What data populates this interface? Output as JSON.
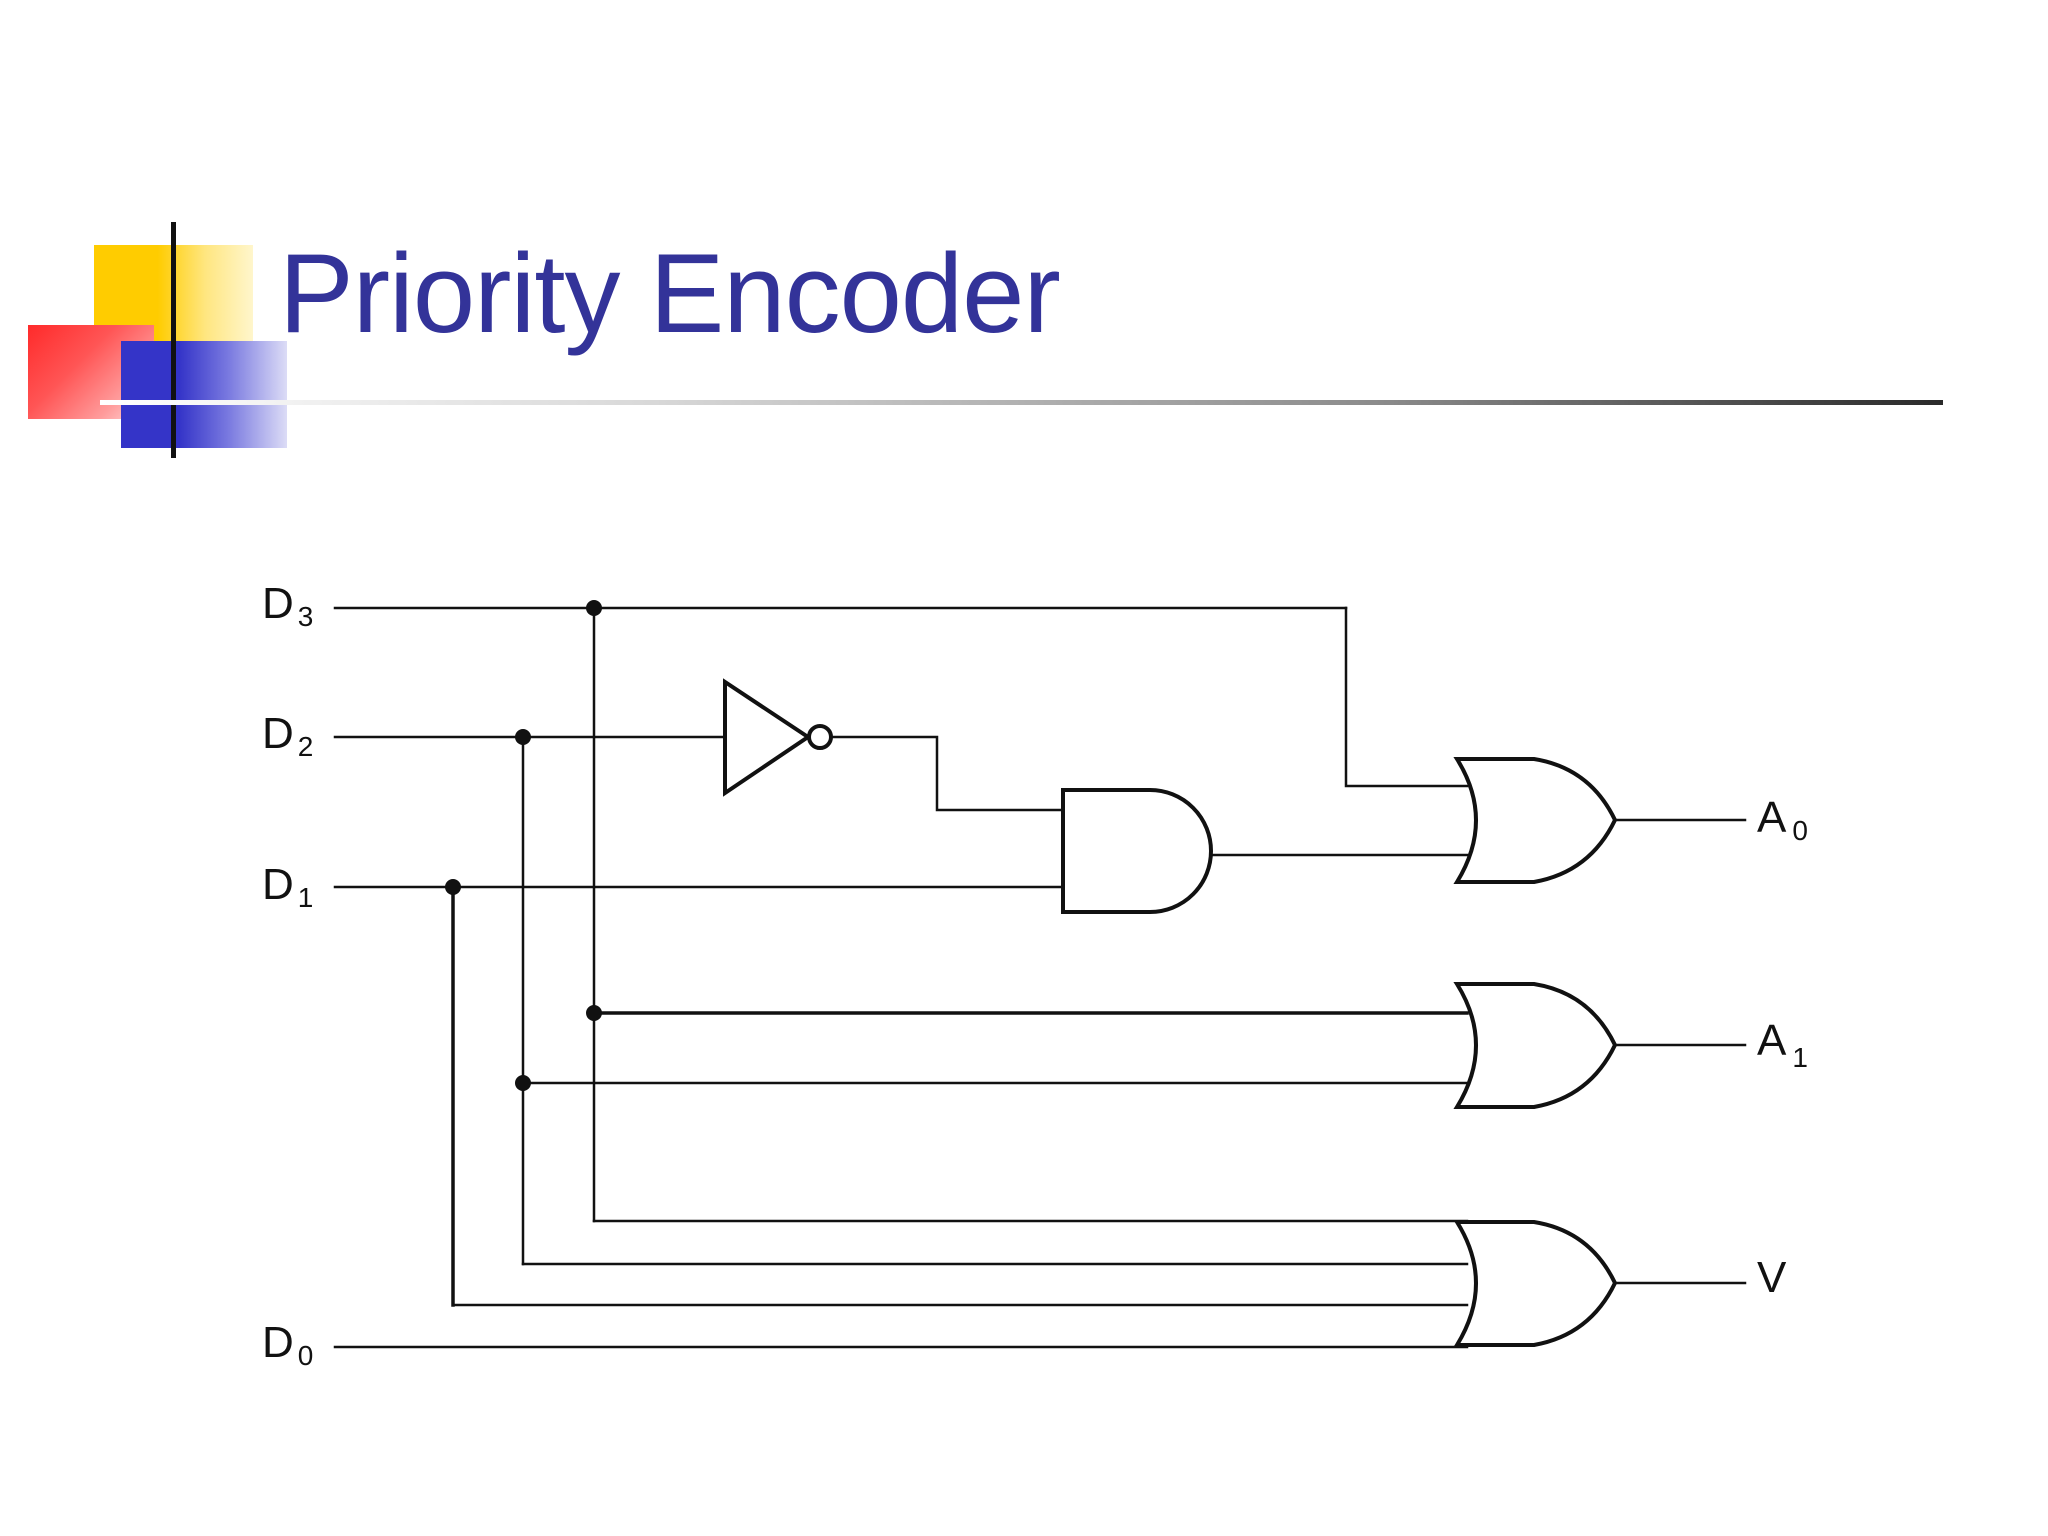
{
  "slide": {
    "title": "Priority Encoder"
  },
  "circuit": {
    "inputs": [
      {
        "name": "D",
        "subscript": "3"
      },
      {
        "name": "D",
        "subscript": "2"
      },
      {
        "name": "D",
        "subscript": "1"
      },
      {
        "name": "D",
        "subscript": "0"
      }
    ],
    "outputs": [
      {
        "name": "A",
        "subscript": "0"
      },
      {
        "name": "A",
        "subscript": "1"
      },
      {
        "name": "V",
        "subscript": ""
      }
    ],
    "gates": [
      "not-gate",
      "and-gate",
      "or-gate-a0",
      "or-gate-a1",
      "or-gate-v"
    ]
  }
}
